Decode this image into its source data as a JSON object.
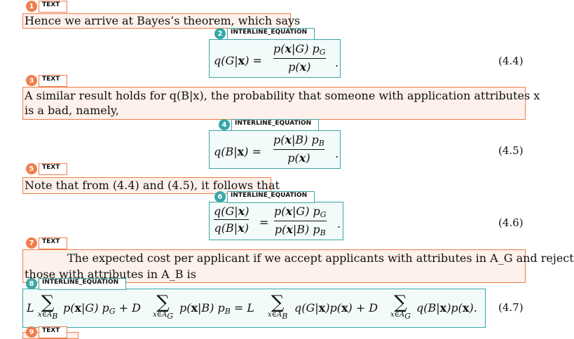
{
  "labels": {
    "text": "TEXT",
    "interline_equation": "INTERLINE_EQUATION"
  },
  "blocks": [
    {
      "n": "1",
      "type": "TEXT",
      "line1": "Hence we arrive at Bayes’s theorem, which says"
    },
    {
      "n": "2",
      "type": "INTERLINE_EQUATION",
      "tex": "q(G|x) = p(x|G) p_G / p(x).",
      "eqno": "(4.4)"
    },
    {
      "n": "3",
      "type": "TEXT",
      "line1": "A similar result holds for q(B|x), the probability that someone with application attributes x",
      "line2": "is a bad, namely,"
    },
    {
      "n": "4",
      "type": "INTERLINE_EQUATION",
      "tex": "q(B|x) = p(x|B) p_B / p(x).",
      "eqno": "(4.5)"
    },
    {
      "n": "5",
      "type": "TEXT",
      "line1": "Note that from (4.4) and (4.5), it follows that"
    },
    {
      "n": "6",
      "type": "INTERLINE_EQUATION",
      "tex": "q(G|x)/q(B|x) = p(x|G) p_G / p(x|B) p_B.",
      "eqno": "(4.6)"
    },
    {
      "n": "7",
      "type": "TEXT",
      "line1": "The expected cost per applicant if we accept applicants with attributes in A_G and reject",
      "line2": "those with attributes in A_B is"
    },
    {
      "n": "8",
      "type": "INTERLINE_EQUATION",
      "tex": "L Σ_{x∈A_B} p(x|G) p_G + D Σ_{x∈A_G} p(x|B) p_B = L Σ_{x∈A_B} q(G|x)p(x) + D Σ_{x∈A_G} q(B|x)p(x).",
      "eqno": "(4.7)"
    },
    {
      "n": "9",
      "type": "TEXT"
    }
  ],
  "colors": {
    "text_box": "#ef7d4a",
    "equation_box": "#3aa6a6"
  }
}
